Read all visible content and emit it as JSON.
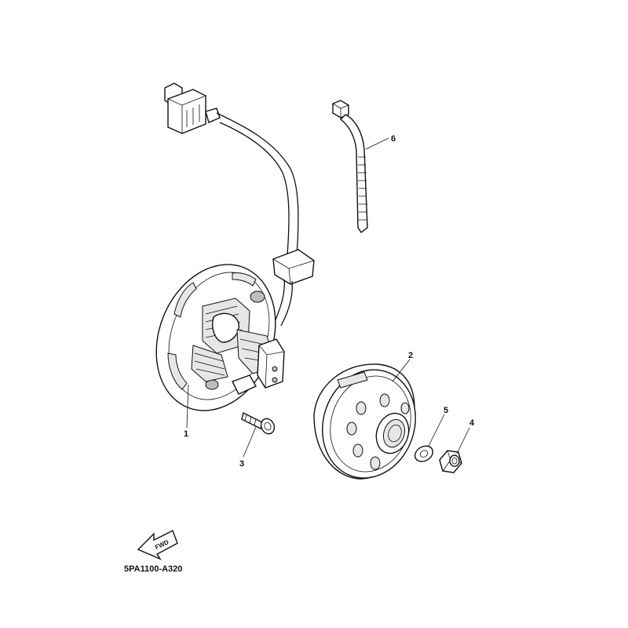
{
  "diagram": {
    "parts": [
      {
        "callout": "1",
        "name": "stator-assembly"
      },
      {
        "callout": "2",
        "name": "rotor-assembly"
      },
      {
        "callout": "3",
        "name": "bolt"
      },
      {
        "callout": "4",
        "name": "nut"
      },
      {
        "callout": "5",
        "name": "washer"
      },
      {
        "callout": "6",
        "name": "cable-tie"
      }
    ],
    "fwd_label": "FWD",
    "diagram_code": "5PA1100-A320"
  }
}
